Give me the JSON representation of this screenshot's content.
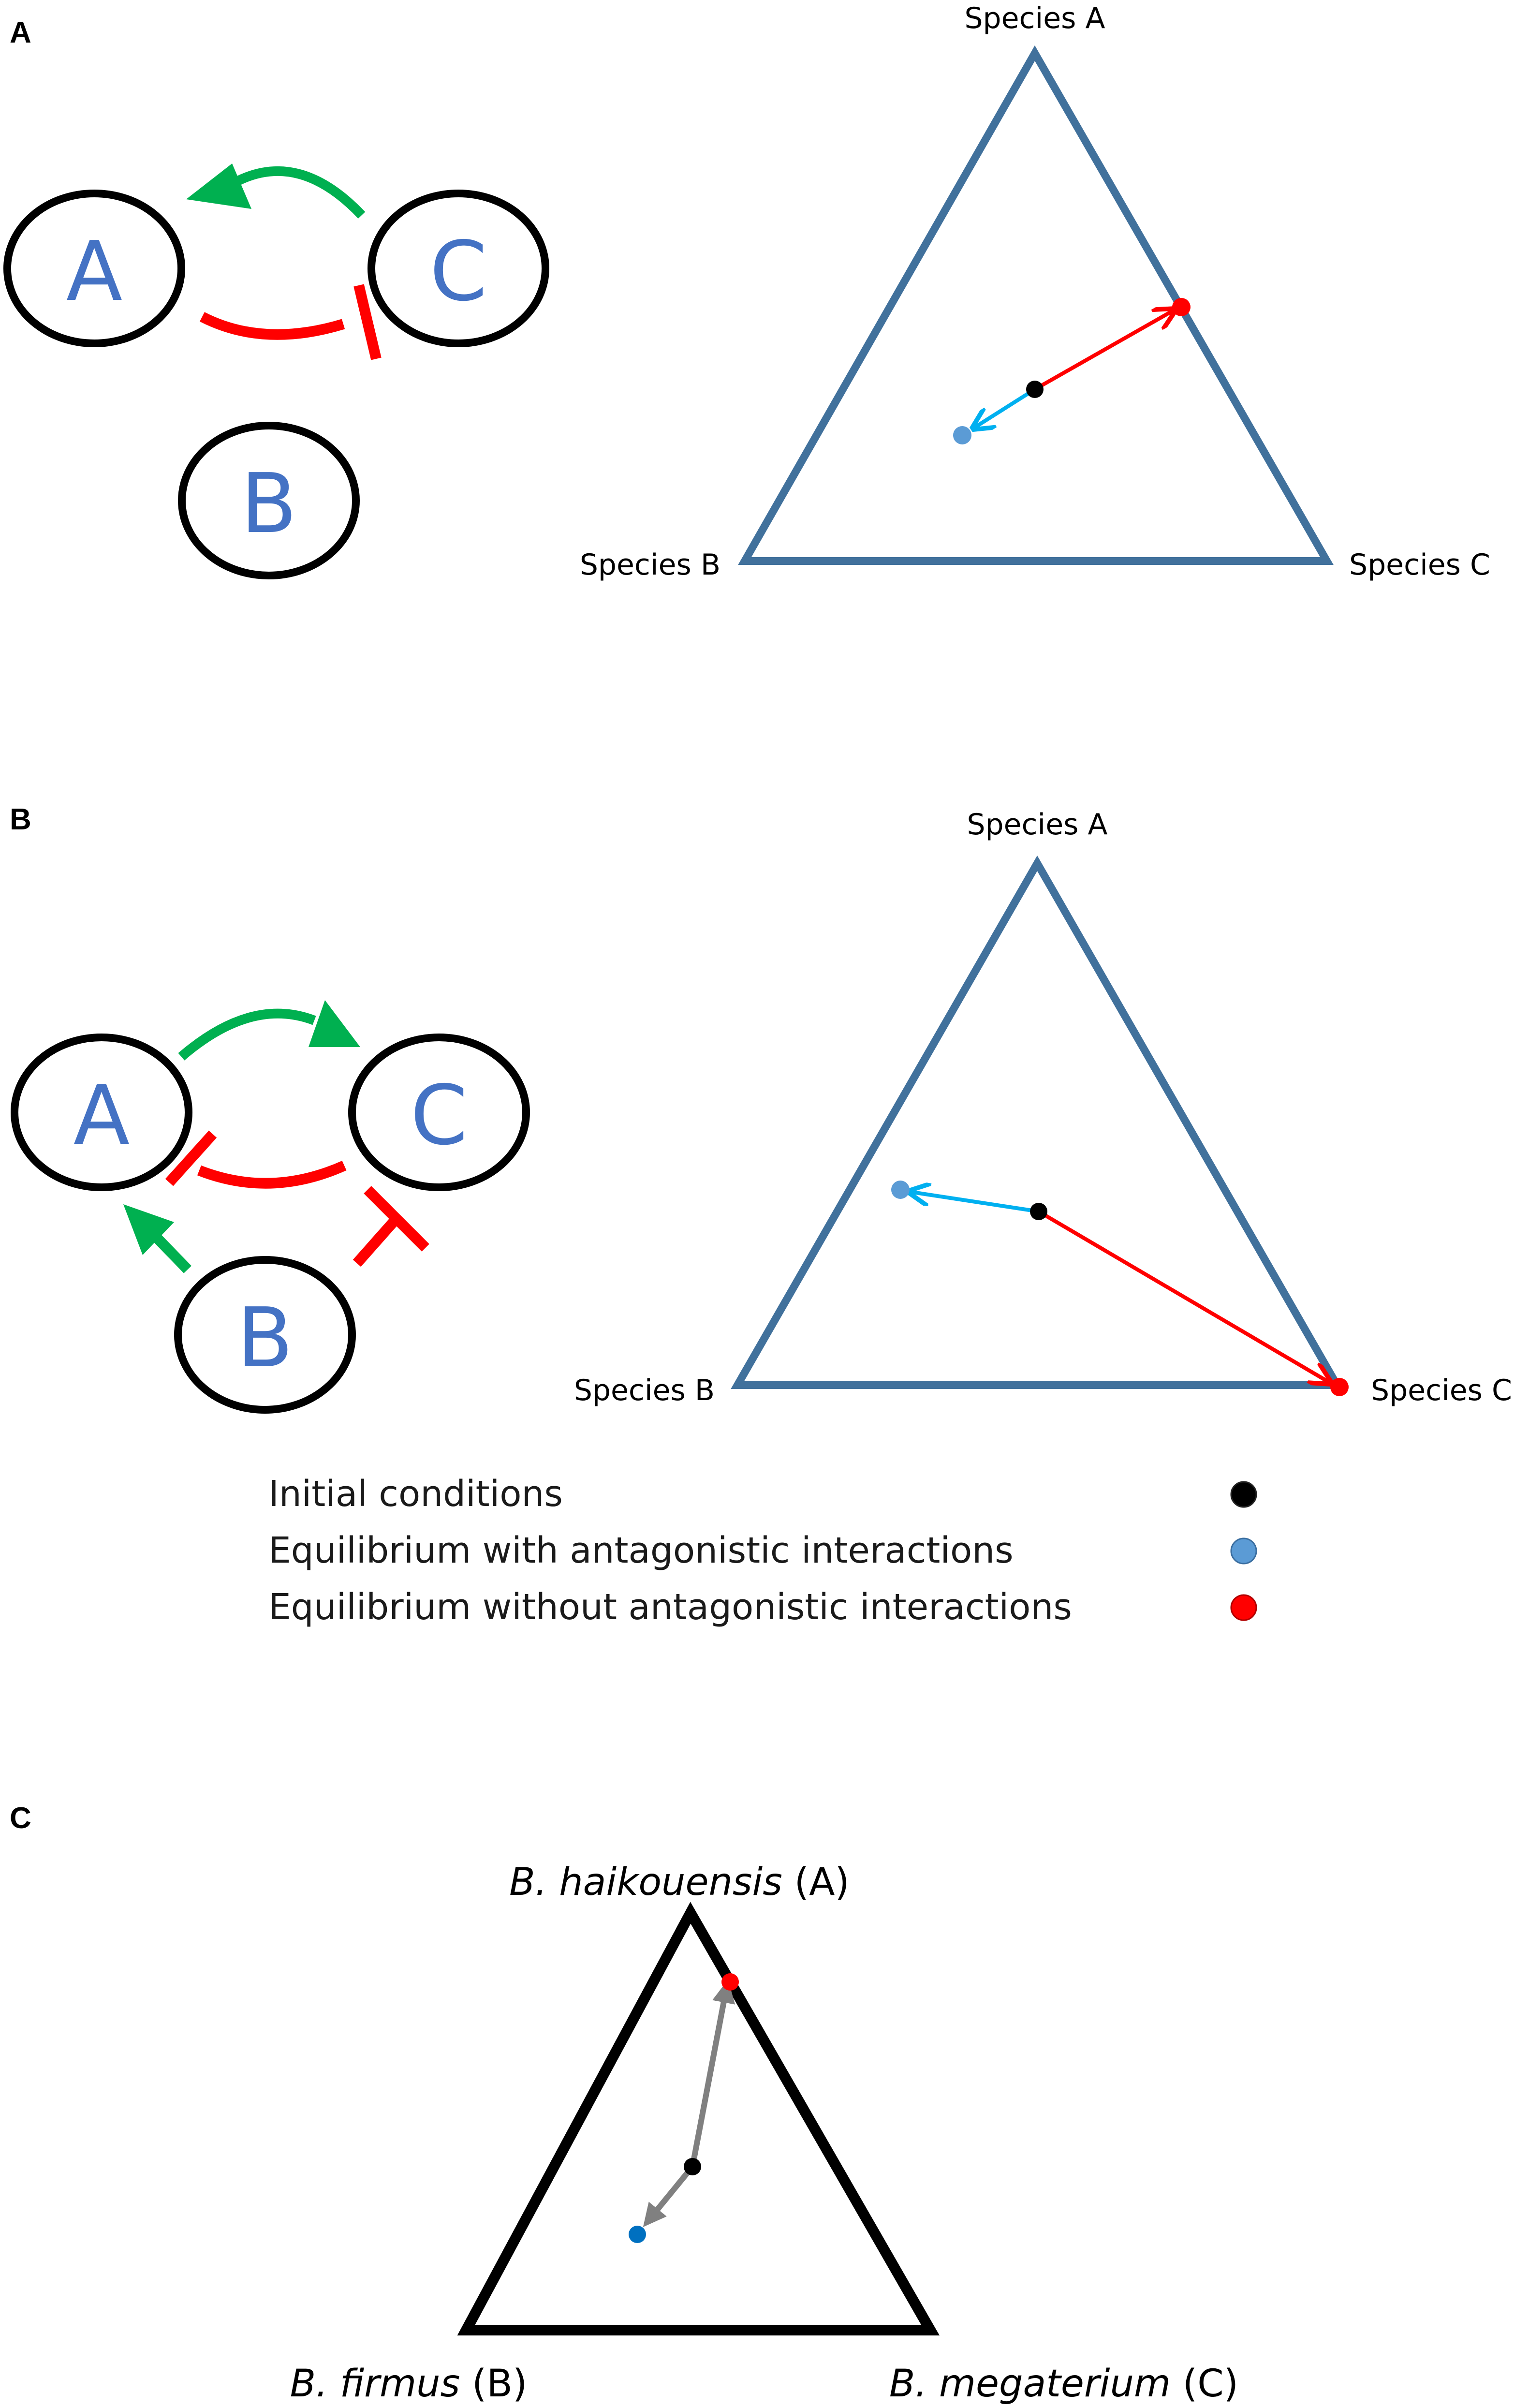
{
  "panels": {
    "a": {
      "letter": "A",
      "nodes": {
        "a": "A",
        "b": "B",
        "c": "C"
      },
      "corners": {
        "top": "Species A",
        "left": "Species B",
        "right": "Species C"
      }
    },
    "b": {
      "letter": "B",
      "nodes": {
        "a": "A",
        "b": "B",
        "c": "C"
      },
      "corners": {
        "top": "Species A",
        "left": "Species B",
        "right": "Species C"
      }
    },
    "c": {
      "letter": "C",
      "corners": {
        "top": {
          "species": "B. haikouensis",
          "code": " (A)"
        },
        "left": {
          "species": "B. firmus",
          "code": " (B)"
        },
        "right": {
          "species": "B. megaterium",
          "code": " (C)"
        }
      }
    }
  },
  "legend": {
    "items": [
      {
        "label": "Initial conditions",
        "color": "#000000"
      },
      {
        "label": "Equilibrium with antagonistic interactions",
        "color": "#5B9BD5"
      },
      {
        "label": "Equilibrium without antagonistic interactions",
        "color": "#FF0000"
      }
    ]
  },
  "colors": {
    "node_text": "#4472C4",
    "triangle_ab": "#41719C",
    "positive": "#00B050",
    "negative": "#FF0000",
    "to_antagonistic": "#00B0F0",
    "panel_c_arrows": "#808080",
    "panel_c_blue_point": "#0070C0"
  }
}
